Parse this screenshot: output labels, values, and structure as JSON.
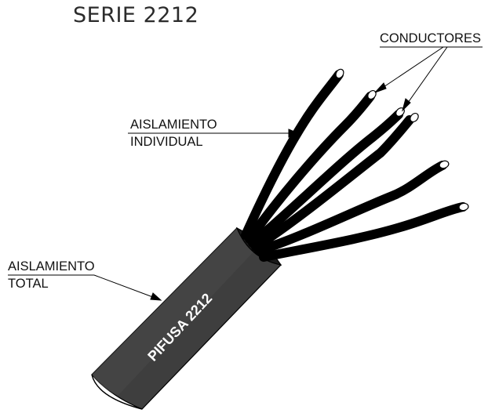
{
  "title": "SERIE 2212",
  "labels": {
    "conductores": "CONDUCTORES",
    "aislamiento_individual_line1": "AISLAMIENTO",
    "aislamiento_individual_line2": "INDIVIDUAL",
    "aislamiento_total_line1": "AISLAMIENTO",
    "aislamiento_total_line2": "TOTAL"
  },
  "cable": {
    "brand_text": "PIFUSA 2212",
    "jacket_color": "#3a3a3a",
    "conductor_color": "#0a0a0a",
    "conductor_count": 6
  }
}
